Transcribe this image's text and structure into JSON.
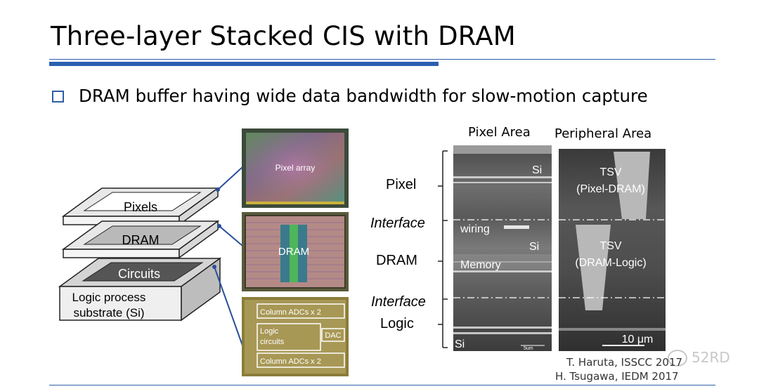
{
  "slide": {
    "title": "Three-layer Stacked CIS with DRAM",
    "bullet": "DRAM buffer having wide data bandwidth for slow-motion capture"
  },
  "stack_diagram": {
    "layers": [
      "Pixels",
      "DRAM",
      "Circuits"
    ],
    "substrate_line1": "Logic process",
    "substrate_line2": "substrate (Si)"
  },
  "die_photos": {
    "pixel_array": "Pixel array",
    "dram": "DRAM",
    "column_adcs_top": "Column ADCs x 2",
    "logic_line1": "Logic",
    "logic_line2": "circuits",
    "dac": "DAC",
    "column_adcs_bottom": "Column ADCs x 2"
  },
  "cross_section": {
    "header_left": "Pixel Area",
    "header_right": "Peripheral Area",
    "side_labels": {
      "pixel": "Pixel",
      "interface_1": "Interface",
      "dram": "DRAM",
      "interface_2": "Interface",
      "logic": "Logic"
    },
    "pixel_area": {
      "si_top": "Si",
      "wiring": "wiring",
      "si_mid": "Si",
      "memory": "Memory",
      "si_bottom": "Si",
      "scale_small": "5um"
    },
    "peripheral_area": {
      "tsv1_line1": "TSV",
      "tsv1_line2": "(Pixel-DRAM)",
      "tsv2_line1": "TSV",
      "tsv2_line2": "(DRAM-Logic)",
      "scale": "10 μm"
    }
  },
  "citations": {
    "line1": "T. Haruta, ISSCC 2017",
    "line2": "H. Tsugawa, IEDM 2017"
  },
  "watermark": "52RD"
}
